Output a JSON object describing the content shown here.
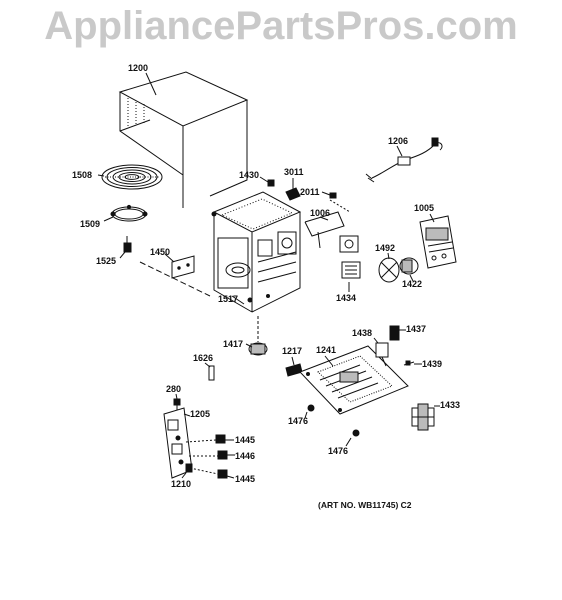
{
  "watermark": "AppliancePartsPros.com",
  "art_number": "(ART NO. WB11745) C2",
  "parts": {
    "p1200": "1200",
    "p1508": "1508",
    "p1509": "1509",
    "p1525": "1525",
    "p1450": "1450",
    "p1430": "1430",
    "p3011": "3011",
    "p2011": "2011",
    "p1006": "1006",
    "p1206": "1206",
    "p1005": "1005",
    "p1492": "1492",
    "p1422": "1422",
    "p1434": "1434",
    "p1517": "1517",
    "p1417": "1417",
    "p1626": "1626",
    "p1217": "1217",
    "p1241": "1241",
    "p1438": "1438",
    "p1437": "1437",
    "p1439": "1439",
    "p1476a": "1476",
    "p1476b": "1476",
    "p1433": "1433",
    "p280": "280",
    "p1205": "1205",
    "p1445a": "1445",
    "p1446": "1446",
    "p1445b": "1445",
    "p1210": "1210"
  }
}
